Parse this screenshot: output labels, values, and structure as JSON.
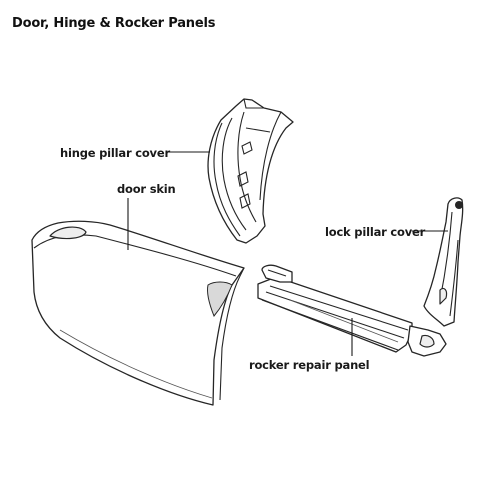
{
  "title": "Door, Hinge & Rocker Panels",
  "labels": {
    "hinge_pillar_cover": "hinge pillar cover",
    "door_skin": "door skin",
    "lock_pillar_cover": "lock pillar cover",
    "rocker_repair_panel": "rocker repair panel"
  }
}
